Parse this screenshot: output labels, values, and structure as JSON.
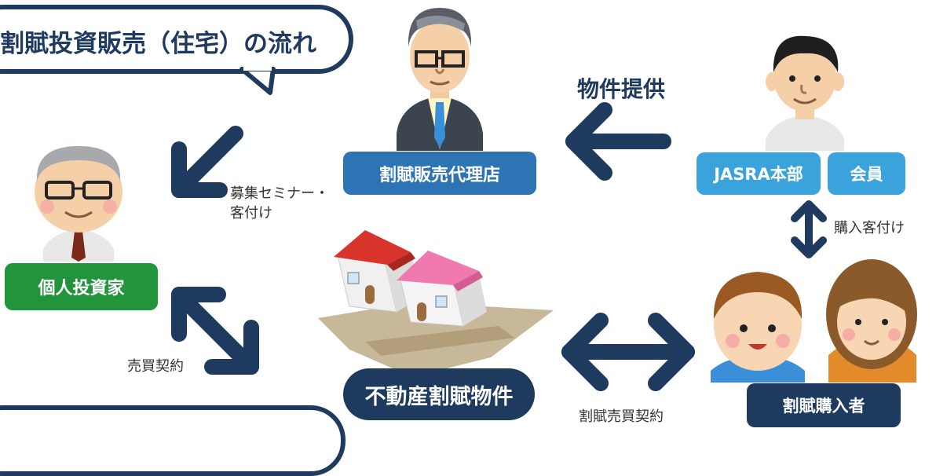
{
  "title": "割賦投資販売（住宅）の流れ",
  "actors": {
    "agency": "割賦販売代理店",
    "jasra": "JASRA本部",
    "member": "会員",
    "investor": "個人投資家",
    "property": "不動産割賦物件",
    "buyer": "割賦購入者"
  },
  "flows": {
    "supply": "物件提供",
    "seminar_line1": "募集セミナー・",
    "seminar_line2": "客付け",
    "buy_intro": "購入客付け",
    "sale_contract": "売買契約",
    "installment_contract": "割賦売買契約"
  },
  "colors": {
    "navy": "#1e3a5f",
    "agency_blue": "#2e74b5",
    "jasra_blue": "#3ba3dc",
    "investor_green": "#21943c"
  }
}
